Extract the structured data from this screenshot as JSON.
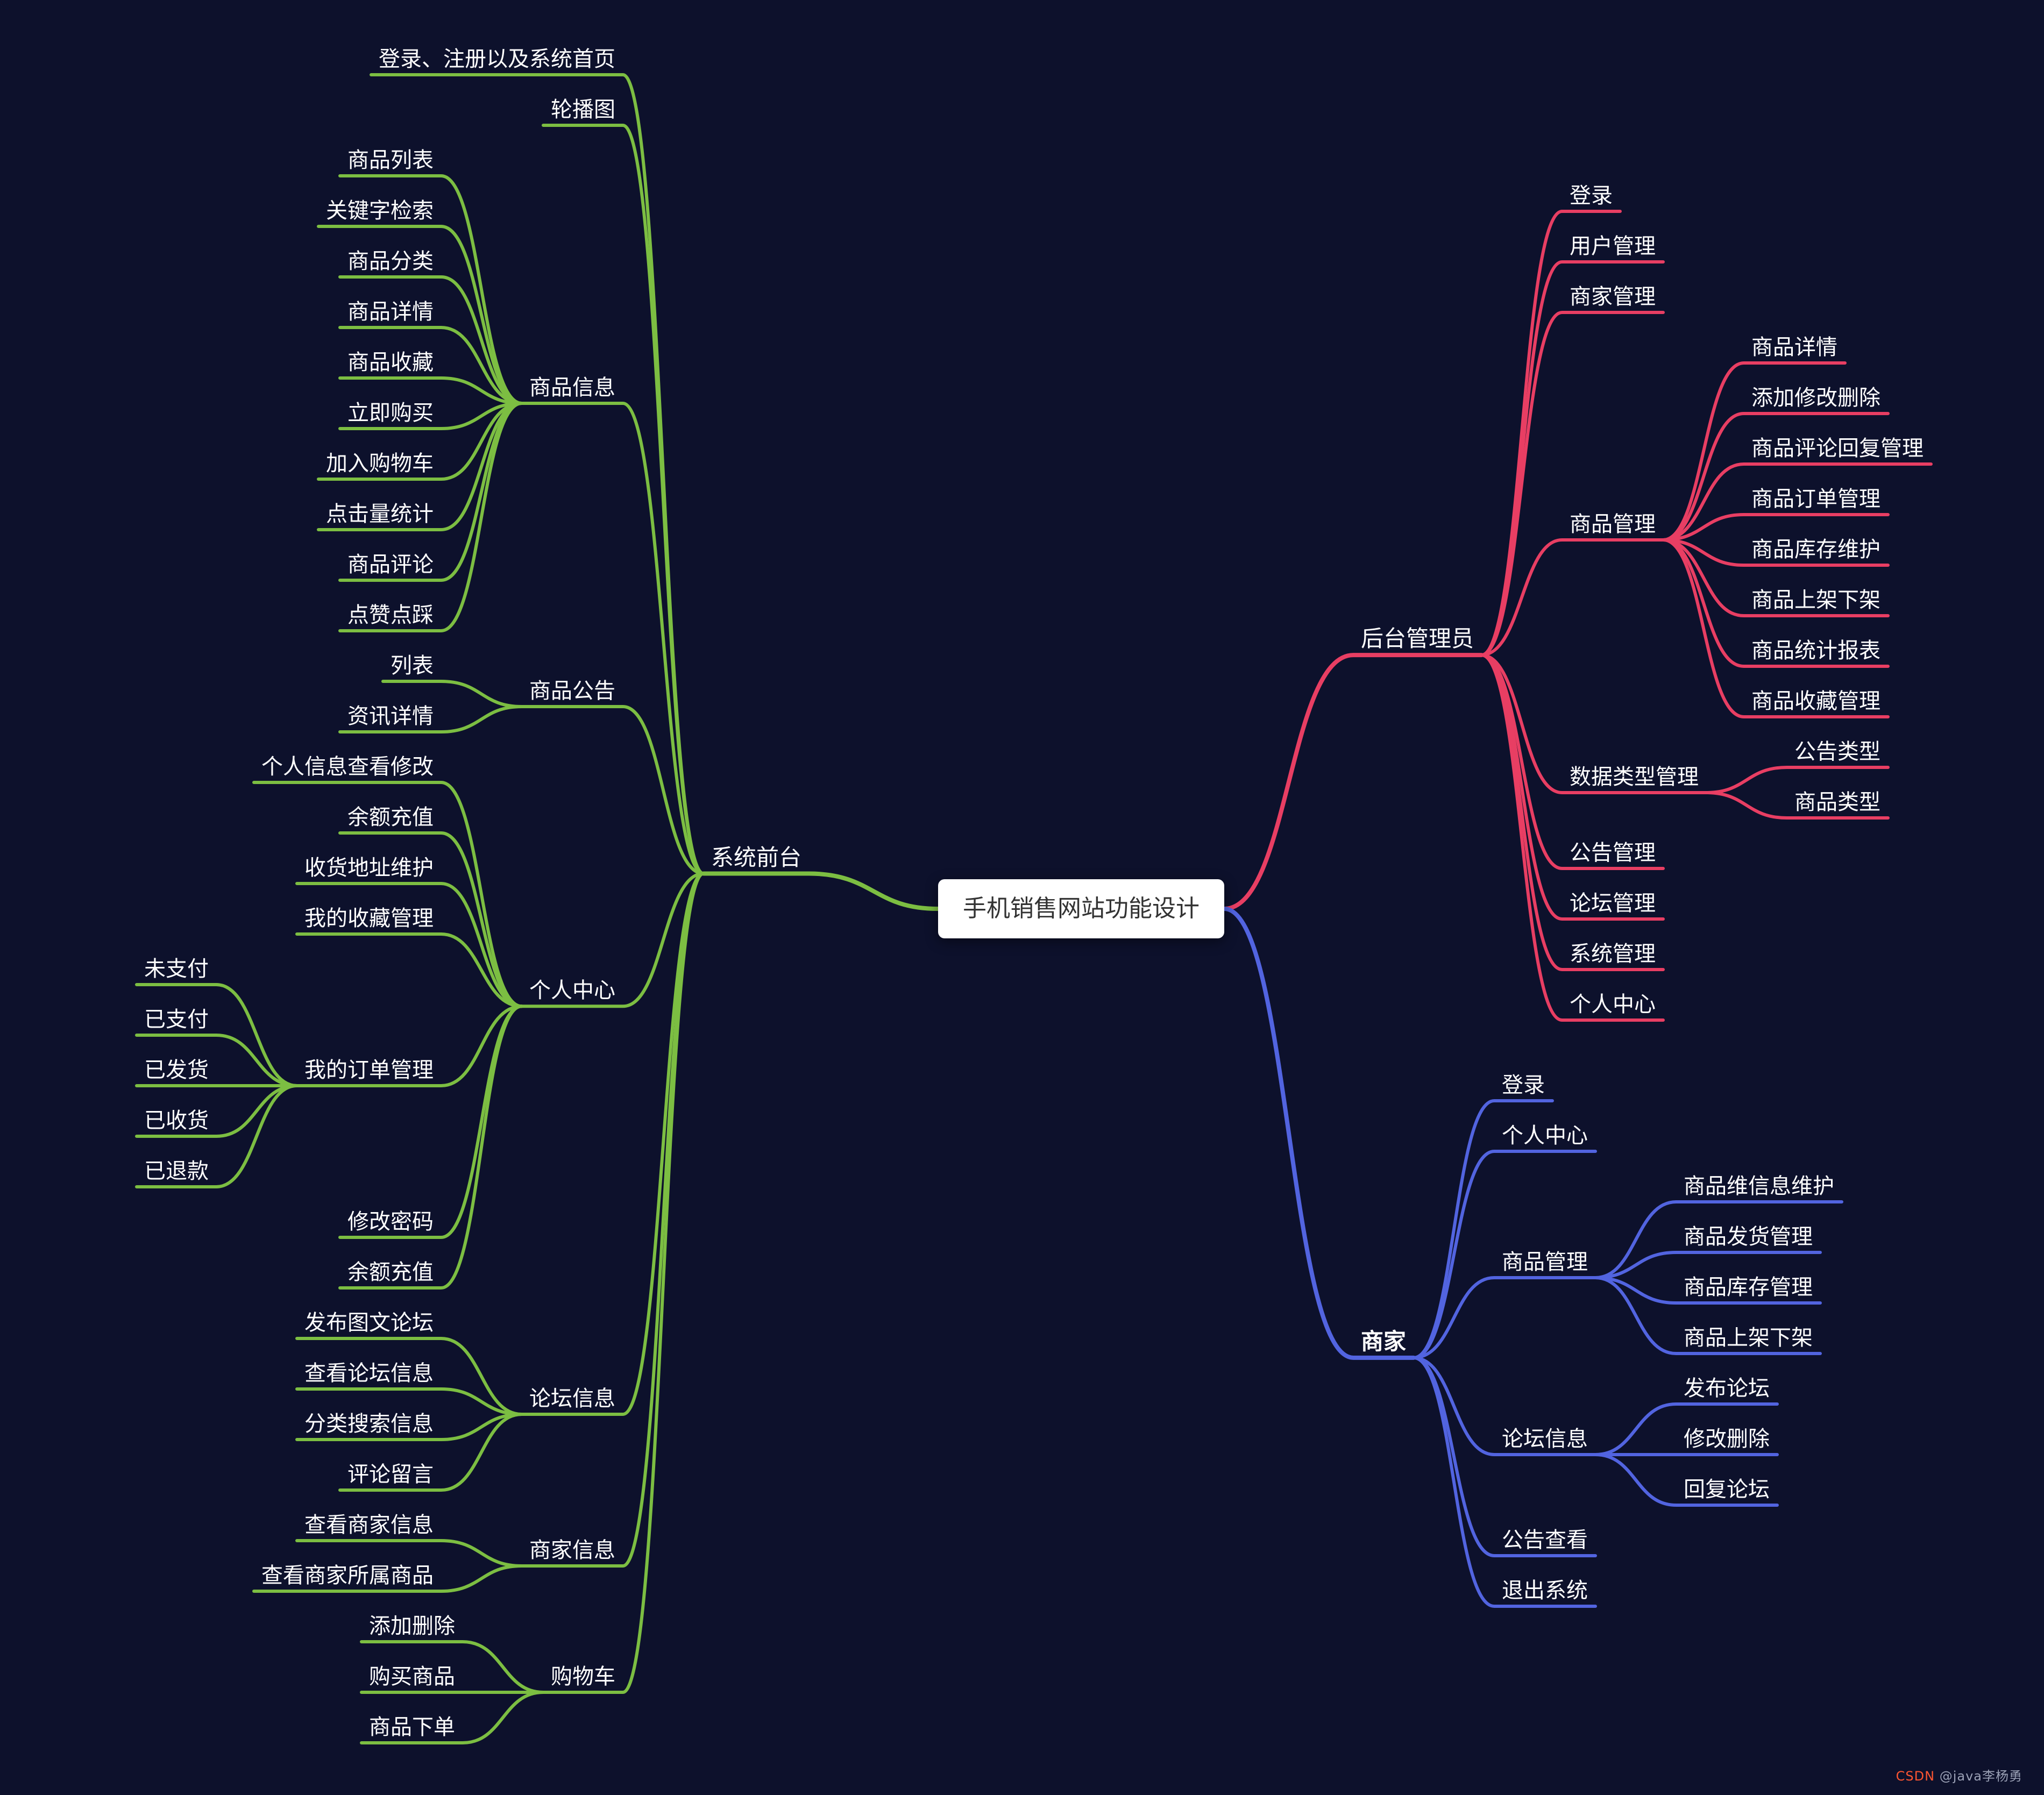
{
  "root": {
    "label": "手机销售网站功能设计"
  },
  "watermark": {
    "brand": "CSDN",
    "user": "@java李杨勇"
  },
  "colors": {
    "background": "#0d112c",
    "root_bg": "#ffffff",
    "root_text": "#333333",
    "node_text": "#ffffff",
    "frontend": "#7cbe42",
    "admin": "#e83e63",
    "merchant": "#5264e0",
    "watermark_brand": "#fc5531",
    "watermark_user": "#9aa0b5"
  },
  "tree": {
    "branches": [
      {
        "label": "系统前台",
        "color": "#7cbe42",
        "side": "left",
        "children": [
          {
            "label": "登录、注册以及系统首页"
          },
          {
            "label": "轮播图"
          },
          {
            "label": "商品信息",
            "children": [
              {
                "label": "商品列表"
              },
              {
                "label": "关键字检索"
              },
              {
                "label": "商品分类"
              },
              {
                "label": "商品详情"
              },
              {
                "label": "商品收藏"
              },
              {
                "label": "立即购买"
              },
              {
                "label": "加入购物车"
              },
              {
                "label": "点击量统计"
              },
              {
                "label": "商品评论"
              },
              {
                "label": "点赞点踩"
              }
            ]
          },
          {
            "label": "商品公告",
            "children": [
              {
                "label": "列表"
              },
              {
                "label": "资讯详情"
              }
            ]
          },
          {
            "label": "个人中心",
            "children": [
              {
                "label": "个人信息查看修改"
              },
              {
                "label": "余额充值"
              },
              {
                "label": "收货地址维护"
              },
              {
                "label": "我的收藏管理"
              },
              {
                "label": "我的订单管理",
                "children": [
                  {
                    "label": "未支付"
                  },
                  {
                    "label": "已支付"
                  },
                  {
                    "label": "已发货"
                  },
                  {
                    "label": "已收货"
                  },
                  {
                    "label": "已退款"
                  }
                ]
              },
              {
                "label": "修改密码"
              },
              {
                "label": "余额充值"
              }
            ]
          },
          {
            "label": "论坛信息",
            "children": [
              {
                "label": "发布图文论坛"
              },
              {
                "label": "查看论坛信息"
              },
              {
                "label": "分类搜索信息"
              },
              {
                "label": "评论留言"
              }
            ]
          },
          {
            "label": "商家信息",
            "children": [
              {
                "label": "查看商家信息"
              },
              {
                "label": "查看商家所属商品"
              }
            ]
          },
          {
            "label": "购物车",
            "children": [
              {
                "label": "添加删除"
              },
              {
                "label": "购买商品"
              },
              {
                "label": "商品下单"
              }
            ]
          }
        ]
      },
      {
        "label": "后台管理员",
        "color": "#e83e63",
        "side": "right",
        "children": [
          {
            "label": "登录"
          },
          {
            "label": "用户管理"
          },
          {
            "label": "商家管理"
          },
          {
            "label": "商品管理",
            "children": [
              {
                "label": "商品详情"
              },
              {
                "label": "添加修改删除"
              },
              {
                "label": "商品评论回复管理"
              },
              {
                "label": "商品订单管理"
              },
              {
                "label": "商品库存维护"
              },
              {
                "label": "商品上架下架"
              },
              {
                "label": "商品统计报表"
              },
              {
                "label": "商品收藏管理"
              }
            ]
          },
          {
            "label": "数据类型管理",
            "children": [
              {
                "label": "公告类型"
              },
              {
                "label": "商品类型"
              }
            ]
          },
          {
            "label": "公告管理"
          },
          {
            "label": "论坛管理"
          },
          {
            "label": "系统管理"
          },
          {
            "label": "个人中心"
          }
        ]
      },
      {
        "label": "商家",
        "color": "#5264e0",
        "side": "right",
        "bold": true,
        "children": [
          {
            "label": "登录"
          },
          {
            "label": "个人中心"
          },
          {
            "label": "商品管理",
            "children": [
              {
                "label": "商品维信息维护"
              },
              {
                "label": "商品发货管理"
              },
              {
                "label": "商品库存管理"
              },
              {
                "label": "商品上架下架"
              }
            ]
          },
          {
            "label": "论坛信息",
            "children": [
              {
                "label": "发布论坛"
              },
              {
                "label": "修改删除"
              },
              {
                "label": "回复论坛"
              }
            ]
          },
          {
            "label": "公告查看"
          },
          {
            "label": "退出系统"
          }
        ]
      }
    ]
  }
}
